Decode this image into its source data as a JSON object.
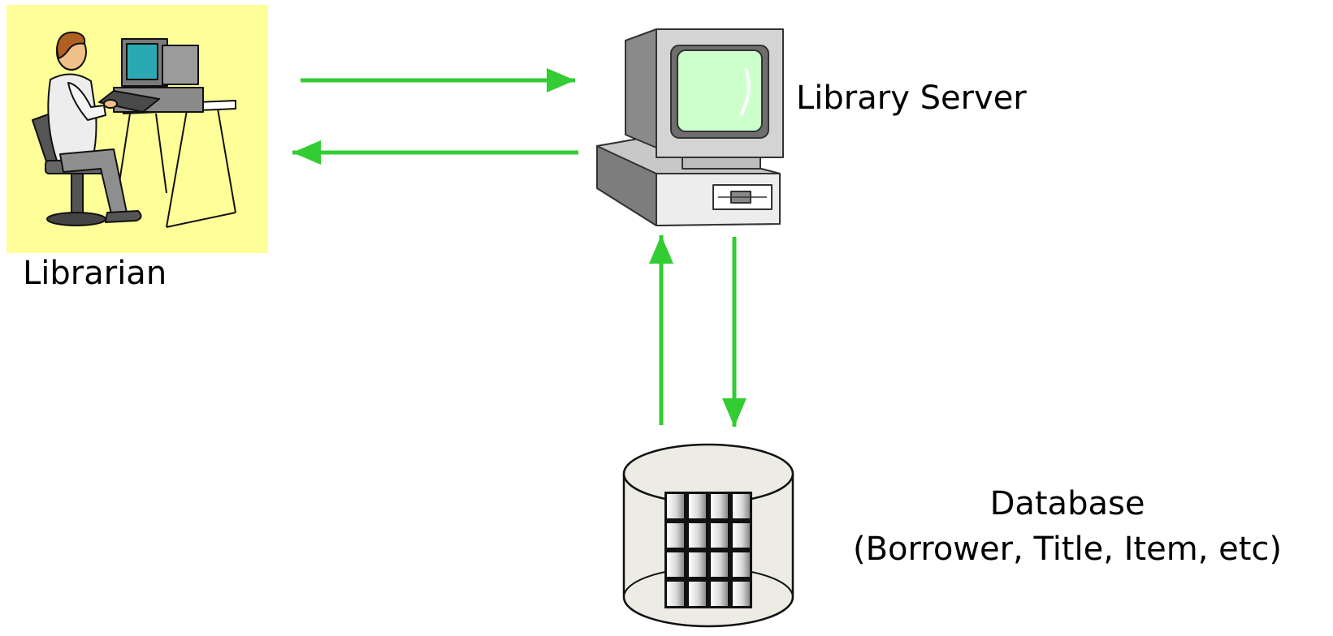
{
  "nodes": {
    "librarian": {
      "label": "Librarian",
      "panel_color": "#ffff99"
    },
    "server": {
      "label": "Library Server"
    },
    "database": {
      "label_line1": "Database",
      "label_line2": "(Borrower, Title, Item, etc)"
    }
  },
  "connectors": [
    {
      "from": "librarian",
      "to": "server"
    },
    {
      "from": "server",
      "to": "librarian"
    },
    {
      "from": "database",
      "to": "server"
    },
    {
      "from": "server",
      "to": "database"
    }
  ],
  "colors": {
    "arrow": "#33cc33"
  },
  "icons": [
    "librarian-at-desk",
    "computer-workstation",
    "database-cylinder"
  ]
}
